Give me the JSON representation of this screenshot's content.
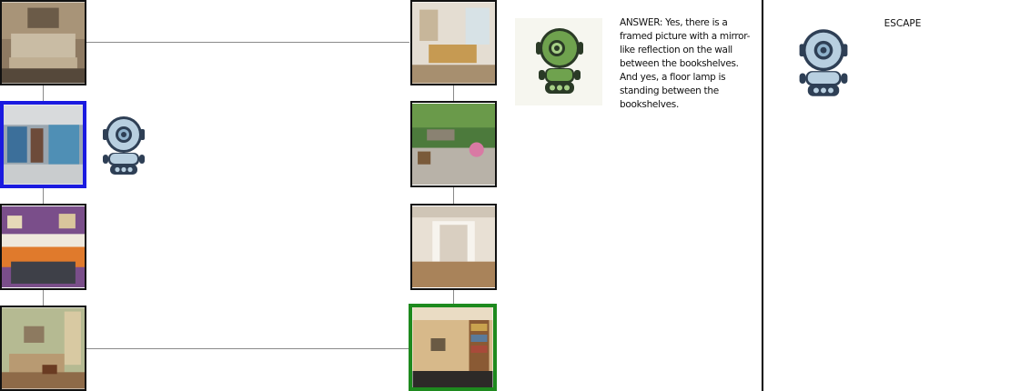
{
  "answer": {
    "label": "ANSWER:",
    "text": "ANSWER: Yes, there is a framed picture with a mirror-like reflection on the wall between the bookshelves. And yes, a floor lamp is standing between the bookshelves."
  },
  "escape": {
    "label": "ESCAPE"
  },
  "nodes": [
    {
      "id": "bedroom",
      "scene": "bedroom",
      "state": "default"
    },
    {
      "id": "museum",
      "scene": "museum exhibit",
      "state": "current"
    },
    {
      "id": "orange-lounge",
      "scene": "lounge with orange sofas",
      "state": "default"
    },
    {
      "id": "living-room",
      "scene": "living room",
      "state": "default"
    },
    {
      "id": "living-room-2",
      "scene": "bright living room",
      "state": "default"
    },
    {
      "id": "garden-patio",
      "scene": "garden patio",
      "state": "default"
    },
    {
      "id": "empty-room",
      "scene": "empty room with doors",
      "state": "default"
    },
    {
      "id": "study",
      "scene": "room with bookshelves",
      "state": "goal"
    }
  ],
  "colors": {
    "current_border": "#1a1ae0",
    "goal_border": "#1e8a1e",
    "agent_robot": "#5b7fa0",
    "answer_robot": "#5f9a4e",
    "escape_robot": "#5b7fa0"
  }
}
